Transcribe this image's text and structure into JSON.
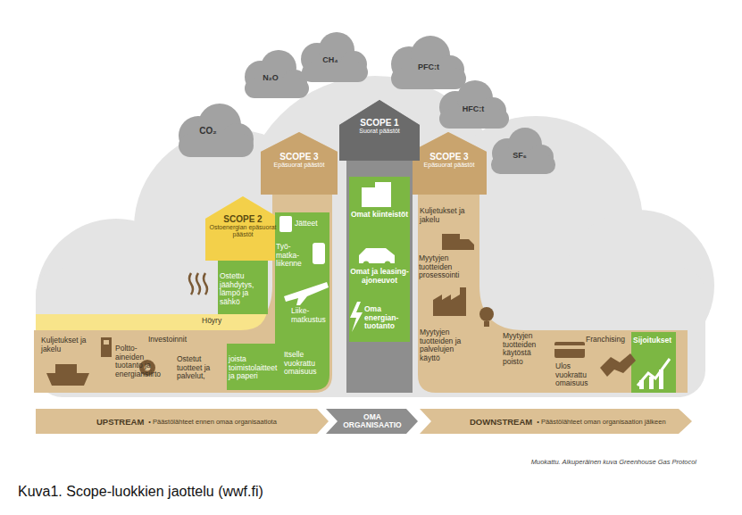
{
  "diagram": {
    "caption": "Kuva1. Scope-luokkien jaottelu (wwf.fi)",
    "nodes": [
      {
        "text": [
          "SCOPE 2",
          "Ostoenergian epäsuorat päästöt"
        ]
      },
      {
        "text": [
          "SCOPE 3",
          "Epäsuorat päästöt"
        ]
      },
      {
        "text": [
          "SCOPE 1",
          "Suorat päästöt"
        ]
      },
      {
        "text": [
          "SCOPE 3",
          "Epäsuorat päästöt"
        ]
      },
      {
        "text": [
          "UPSTREAM",
          "• Päästölähteet ennen omaa organisaatiota"
        ]
      },
      {
        "text": [
          "OMA ORGANISAATIO"
        ]
      },
      {
        "text": [
          "DOWNSTREAM",
          "• Päästölähteet oman organisaation jälkeen"
        ]
      }
    ],
    "labels": [
      "CO₂",
      "N₂O",
      "CH₄",
      "PFC:t",
      "HFC:t",
      "SF₆",
      "Kuljetukset ja jakelu",
      "Poltto-aineiden tuotanto ja energiansiirto",
      "Investoinnit",
      "Höyry",
      "Ostetut tuotteet ja palvelut,",
      "Ostettu jäähdytys, lämpö ja sähkö",
      "Jätteet",
      "Työ-matka-liikenne",
      "Liike-matkustus",
      "Itselle vuokrattu omaisuus",
      "joista toimistolaitteet ja paperi",
      "Omat kiinteistöt",
      "Omat ja leasing-ajoneuvot",
      "Oma energian-tuotanto",
      "Kuljetukset ja jakelu",
      "Myytyjen tuotteiden prosessointi",
      "Myytyjen tuotteiden ja palvelujen käyttö",
      "Myytyjen tuotteiden käytöstä poisto",
      "Ulos vuokrattu omaisuus",
      "Franchising",
      "Sijoitukset",
      "Muokattu. Alkuperäinen kuva Greenhouse Gas Protocol"
    ]
  }
}
